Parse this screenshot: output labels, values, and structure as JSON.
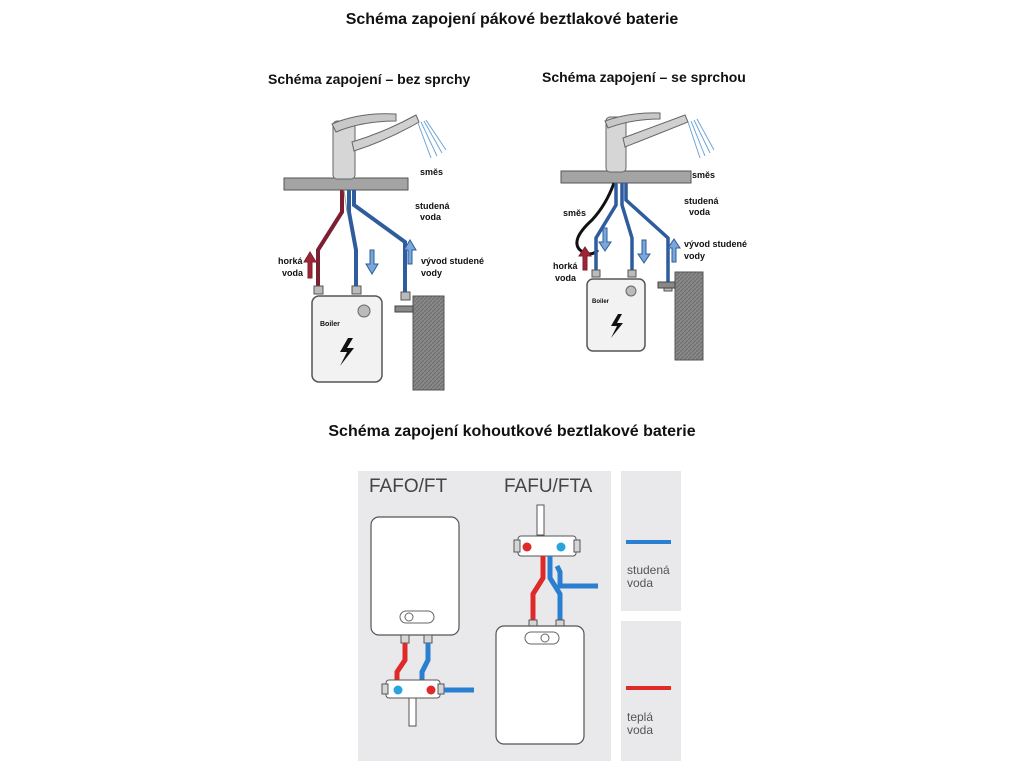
{
  "headings": {
    "main": "Schéma zapojení pákové beztlakové baterie",
    "second": "Schéma zapojení kohoutkové beztlakové baterie"
  },
  "diagram_left": {
    "subtitle": "Schéma zapojení – bez sprchy",
    "labels": {
      "mix": "směs",
      "cold_l1": "studená",
      "cold_l2": "voda",
      "hot_l1": "horká",
      "hot_l2": "voda",
      "outlet_l1": "vývod studené",
      "outlet_l2": "vody"
    },
    "boiler": "Boiler"
  },
  "diagram_right": {
    "subtitle": "Schéma zapojení – se sprchou",
    "labels": {
      "mix_top": "směs",
      "mix_side": "směs",
      "cold_l1": "studená",
      "cold_l2": "voda",
      "hot_l1": "horká",
      "hot_l2": "voda",
      "outlet_l1": "vývod studené",
      "outlet_l2": "vody"
    },
    "boiler": "Boiler"
  },
  "diagram_bottom": {
    "models": [
      "FAFO/FT",
      "FAFU/FTA"
    ],
    "legend": {
      "cold_l1": "studená",
      "cold_l2": "voda",
      "warm_l1": "teplá",
      "warm_l2": "voda"
    },
    "colors": {
      "cold": "#2a7fd0",
      "hot": "#e02a2a",
      "panel": "#e9e9ec"
    }
  }
}
